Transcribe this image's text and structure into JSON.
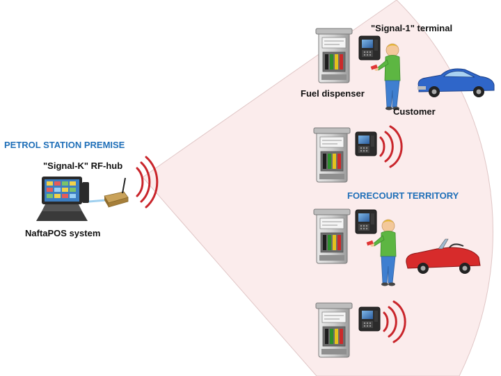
{
  "labels": {
    "premise": "PETROL STATION PREMISE",
    "rf_hub": "\"Signal-K\" RF-hub",
    "pos_system": "NaftaPOS system",
    "terminal": "\"Signal-1\" terminal",
    "fuel_dispenser": "Fuel dispenser",
    "customer": "Customer",
    "forecourt": "FORECOURT TERRITORY"
  },
  "colors": {
    "sector_fill": "#fbecec",
    "sector_edge": "#e0c6c6",
    "signal_wave": "#c9252b",
    "accent_blue": "#1f6fb8",
    "dispenser_body": "#cfcfcf",
    "customer_shirt": "#5db642",
    "customer_pants": "#3f7fd0",
    "car_blue": "#2f66c9",
    "car_red": "#d72b2b"
  },
  "icons": [
    "pos-terminal-icon",
    "rf-hub-icon",
    "fuel-dispenser-icon",
    "payment-terminal-icon",
    "customer-icon",
    "car-icon"
  ]
}
